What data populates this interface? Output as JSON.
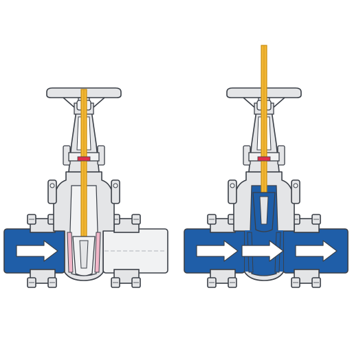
{
  "colors": {
    "fluid": "#1f5ea8",
    "body": "#e4e5e7",
    "body_light": "#f1f2f3",
    "outline": "#3a3f47",
    "stem": "#f2b734",
    "stem_dark": "#c98d10",
    "seal": "#e0304a",
    "seat_ring": "#f1b6c8",
    "arrow": "#ffffff",
    "background": "#ffffff"
  },
  "valves": [
    {
      "id": "closed",
      "state": "closed",
      "stem_level": 0.0,
      "flow": [
        "inlet"
      ]
    },
    {
      "id": "open",
      "state": "open",
      "stem_level": 1.0,
      "flow": [
        "inlet",
        "body",
        "outlet"
      ]
    }
  ],
  "icons": {
    "handwheel": "handwheel-icon",
    "flow_arrow": "flow-arrow-icon",
    "bolt": "bolt-icon"
  }
}
